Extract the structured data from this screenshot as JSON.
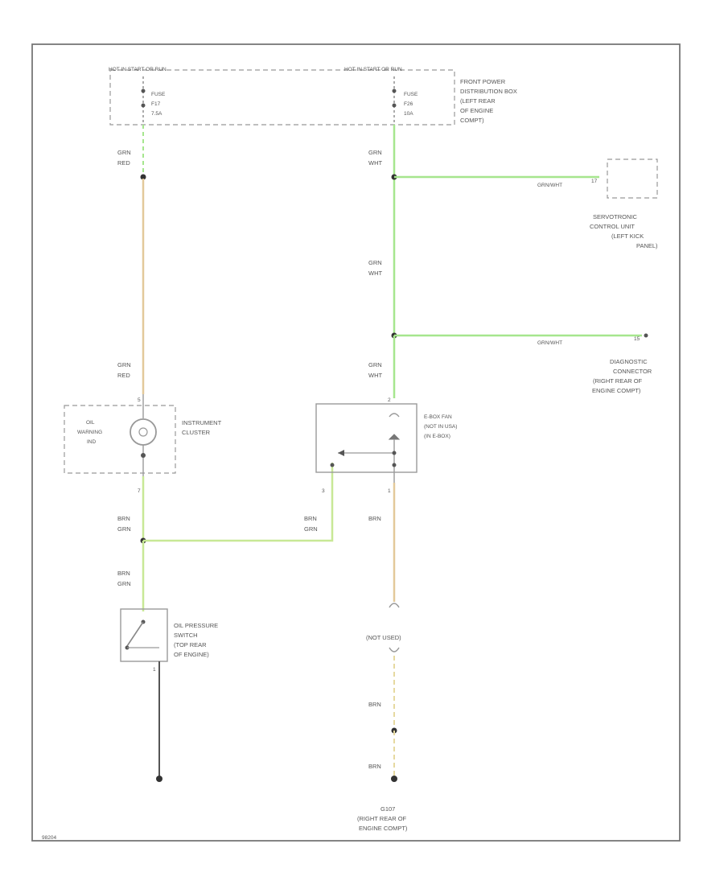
{
  "title": "OIL PRESSURE WARNING",
  "fuse_header": {
    "left": "HOT IN START OR RUN",
    "right": "HOT IN START OR RUN"
  },
  "fuses": {
    "left": {
      "line1": "FUSE",
      "line2": "F17",
      "line3": "7.5A"
    },
    "right": {
      "line1": "FUSE",
      "line2": "F26",
      "line3": "10A"
    }
  },
  "power_box": {
    "line1": "FRONT POWER",
    "line2": "DISTRIBUTION BOX",
    "line3": "(LEFT REAR",
    "line4": "OF ENGINE",
    "line5": "COMPT)"
  },
  "wires": {
    "left_top": {
      "c1": "GRN",
      "c2": "RED"
    },
    "left_mid": {
      "c1": "GRN",
      "c2": "RED"
    },
    "right_1": {
      "c1": "GRN",
      "c2": "WHT"
    },
    "right_2": {
      "c1": "GRN",
      "c2": "WHT"
    },
    "right_3": {
      "c1": "GRN",
      "c2": "WHT"
    },
    "brn_grn_1": {
      "c1": "BRN",
      "c2": "GRN"
    },
    "brn_grn_2": {
      "c1": "BRN",
      "c2": "GRN"
    },
    "brn_grn_3": {
      "c1": "BRN",
      "c2": "GRN"
    },
    "brn_1": "BRN",
    "brn_2": "BRN",
    "brn_3": "BRN",
    "servo_branch": "GRN/WHT",
    "diag_branch": "GRN/WHT"
  },
  "servotronic": {
    "line1": "SERVOTRONIC",
    "line2": "CONTROL UNIT",
    "line3": "(LEFT KICK",
    "line4": "PANEL)"
  },
  "diagnostic": {
    "line1": "DIAGNOSTIC",
    "line2": "CONNECTOR",
    "line3": "(RIGHT REAR OF",
    "line4": "ENGINE COMPT)"
  },
  "cluster": {
    "lamp_l1": "OIL",
    "lamp_l2": "WARNING",
    "lamp_l3": "IND",
    "name1": "INSTRUMENT",
    "name2": "CLUSTER"
  },
  "ebox": {
    "line1": "E-BOX FAN",
    "line2": "(NOT IN USA)",
    "line3": "(IN E-BOX)"
  },
  "oil_switch": {
    "line1": "OIL PRESSURE",
    "line2": "SWITCH",
    "line3": "(TOP REAR",
    "line4": "OF ENGINE)"
  },
  "not_used": "(NOT USED)",
  "ground": {
    "line1": "G107",
    "line2": "(RIGHT REAR OF",
    "line3": "ENGINE COMPT)"
  },
  "pins": {
    "servo_pin": "17",
    "diag_pin": "15",
    "cluster_in": "5",
    "cluster_out": "7",
    "ebox_in": "2",
    "ebox_left": "3",
    "ebox_right": "1",
    "switch_out": "1"
  },
  "figure_id": "98204"
}
